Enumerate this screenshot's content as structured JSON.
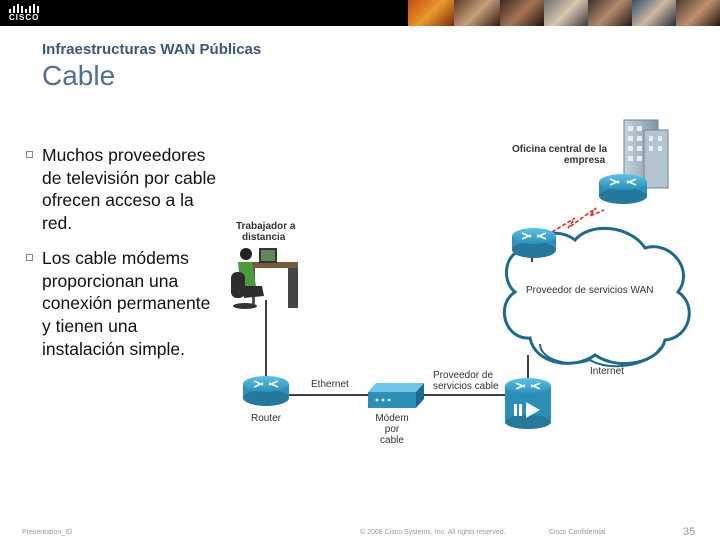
{
  "header": {
    "logo_text": "CISCO",
    "photos": [
      "photo-collage-1",
      "photo-collage-2",
      "photo-collage-3",
      "photo-collage-4",
      "photo-collage-5",
      "photo-collage-6",
      "photo-collage-7"
    ]
  },
  "slide": {
    "subtitle": "Infraestructuras WAN Públicas",
    "title": "Cable",
    "bullets": [
      "Muchos proveedores de televisión por cable ofrecen acceso a la red.",
      "Los cable módems proporcionan una conexión permanente y tienen una instalación simple."
    ]
  },
  "diagram": {
    "labels": {
      "head_office_line1": "Oficina central de la",
      "head_office_line2": "empresa",
      "teleworker_line1": "Trabajador a",
      "teleworker_line2": "distancia",
      "wan_provider": "Proveedor de servicios WAN",
      "internet": "Internet",
      "cable_provider_line1": "Proveedor de",
      "cable_provider_line2": "servicios cable",
      "ethernet": "Ethernet",
      "router": "Router",
      "modem_line1": "Módem por",
      "modem_line2": "cable"
    },
    "icons": [
      "office-building-icon",
      "router-icon",
      "router-icon",
      "router-icon",
      "cable-headend-router-icon",
      "cable-modem-icon",
      "teleworker-icon",
      "wan-cloud-icon"
    ],
    "colors": {
      "router": "#2b8fb8",
      "cloud_stroke": "#1e6a8a",
      "wan_link": "#e2231a",
      "link": "#000000"
    }
  },
  "footer": {
    "presentation_id": "Presentation_ID",
    "copyright": "© 2008 Cisco Systems, Inc. All rights reserved.",
    "classification": "Cisco Confidential",
    "page_number": "35"
  }
}
